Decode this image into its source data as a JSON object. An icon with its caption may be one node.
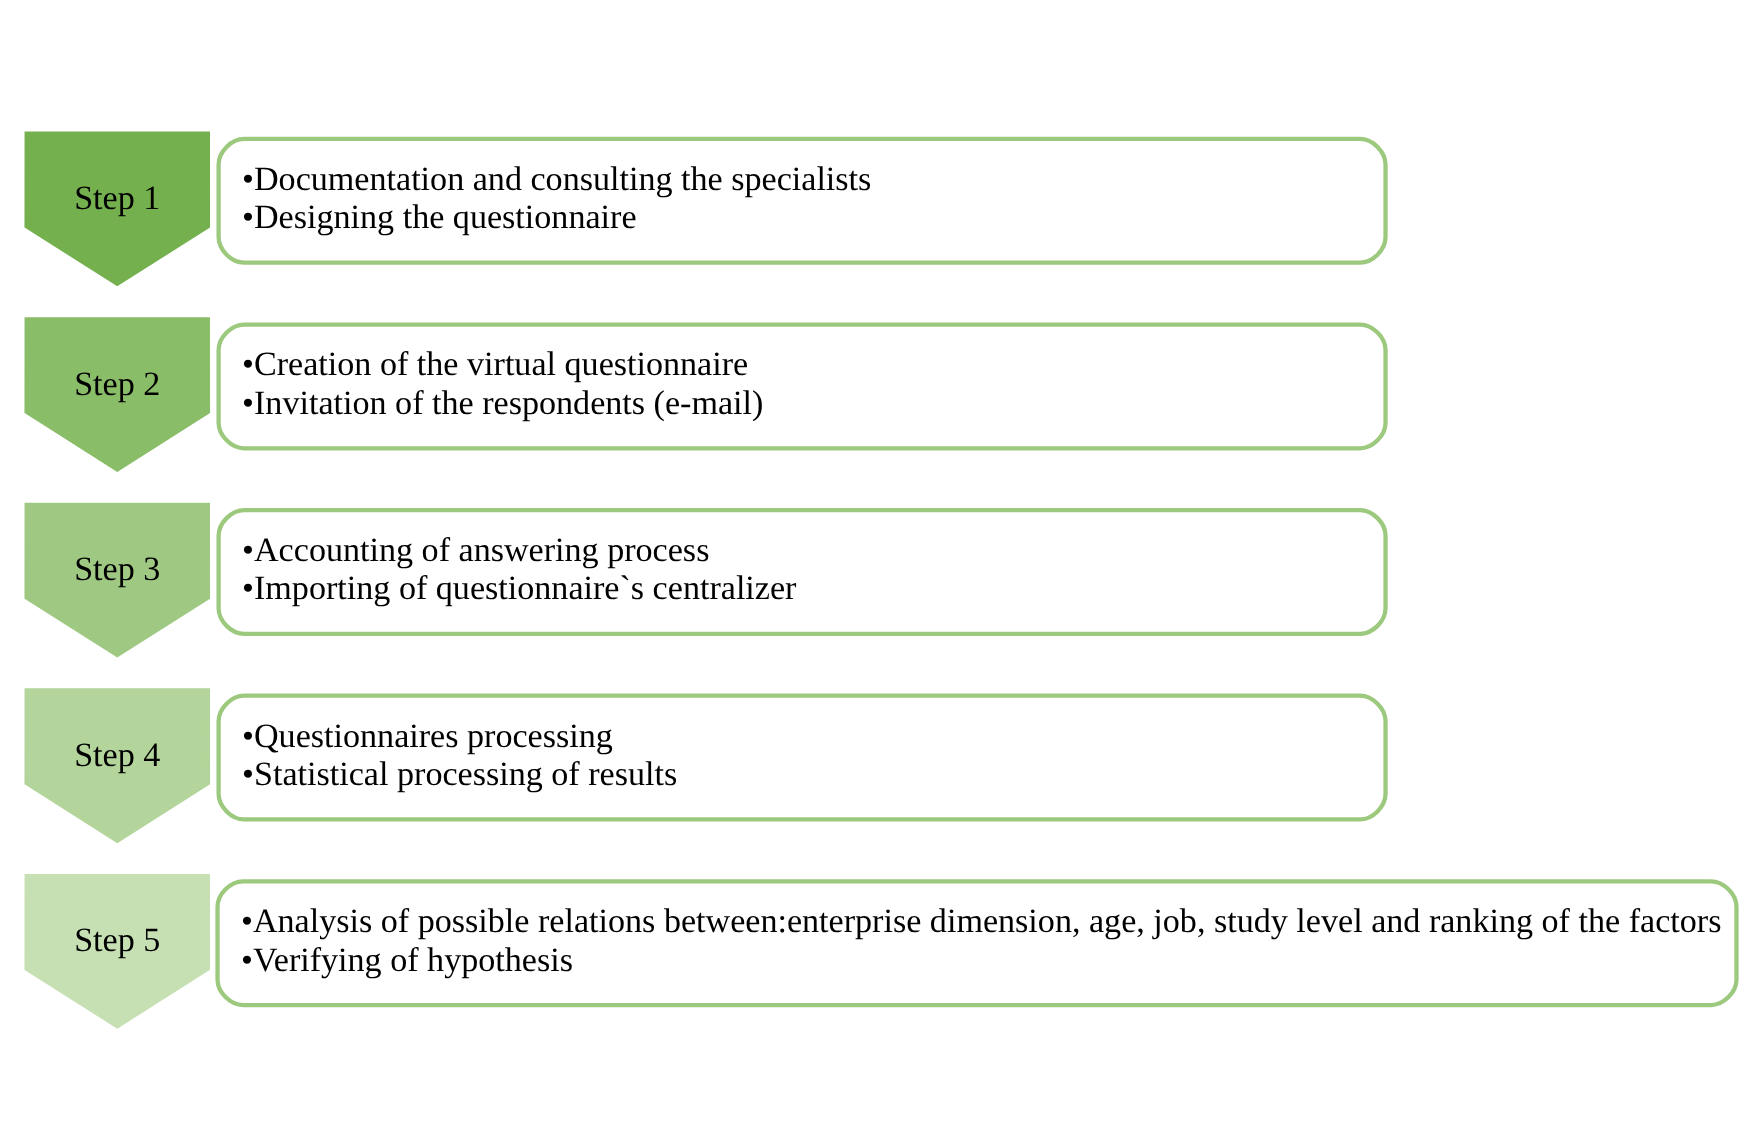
{
  "diagram": {
    "nodes": [
      {
        "text": [
          "Step 1"
        ]
      },
      {
        "text": [
          "•Documentation and consulting the specialists",
          "•Designing the questionnaire"
        ]
      },
      {
        "text": [
          "Step 2"
        ]
      },
      {
        "text": [
          "•Creation of the virtual questionnaire",
          "•Invitation of the respondents (e-mail)"
        ]
      },
      {
        "text": [
          "Step 3"
        ]
      },
      {
        "text": [
          "•Accounting of answering process",
          "•Importing of questionnaire`s centralizer"
        ]
      },
      {
        "text": [
          "Step 4"
        ]
      },
      {
        "text": [
          "•Questionnaires processing",
          "•Statistical processing of results"
        ]
      },
      {
        "text": [
          "Step 5"
        ]
      },
      {
        "text": [
          "•Analysis of possible relations between:enterprise dimension, age, job, study level and ranking of the factors",
          "•Verifying of hypothesis"
        ]
      }
    ]
  }
}
